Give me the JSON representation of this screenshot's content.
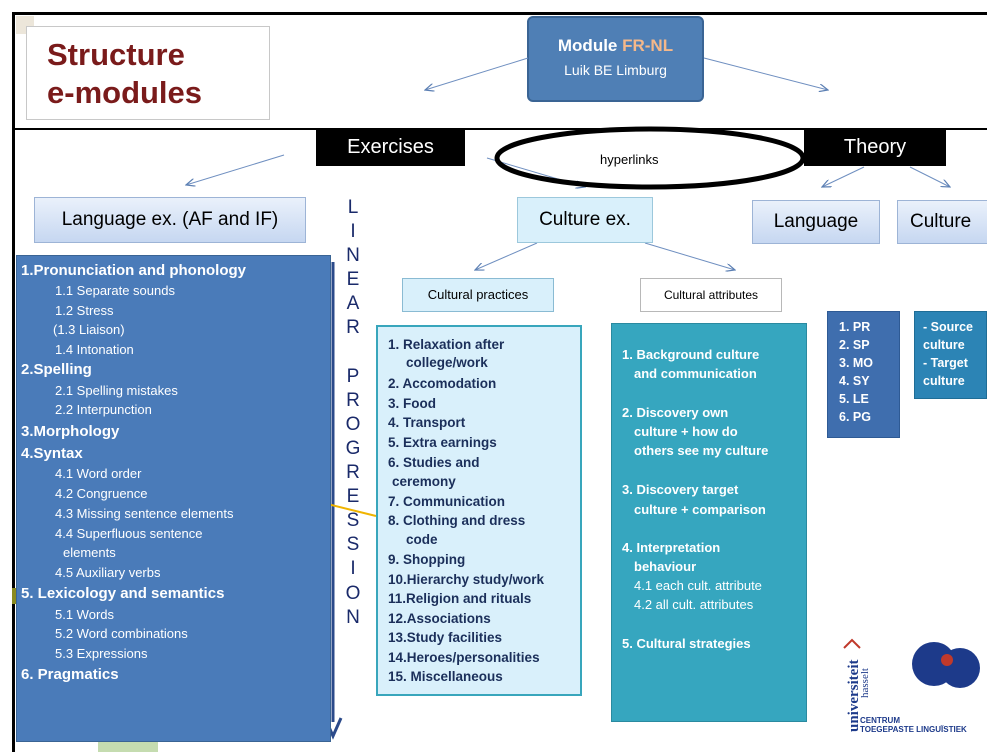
{
  "title": {
    "line1": "Structure",
    "line2": "e-modules"
  },
  "module": {
    "label": "Module ",
    "accent": "FR-NL",
    "subtitle": "Luik   BE Limburg"
  },
  "exercises": "Exercises",
  "theory": "Theory",
  "hyperlinks": "hyperlinks",
  "lang_ex": "Language ex. (AF and IF)",
  "culture_ex": "Culture ex.",
  "language": "Language",
  "culture": "Culture",
  "linear_progression": [
    "L",
    "I",
    "N",
    "E",
    "A",
    "R",
    "",
    "P",
    "R",
    "O",
    "G",
    "R",
    "E",
    "S",
    "S",
    "I",
    "O",
    "N"
  ],
  "language_ex_items": [
    "1.Pronunciation and  phonology",
    "1.1 Separate sounds",
    "1.2 Stress",
    "(1.3 Liaison)",
    "1.4 Intonation",
    "2.Spelling",
    "2.1 Spelling mistakes",
    "2.2 Interpunction",
    "3.Morphology",
    "4.Syntax",
    "4.1 Word order",
    "4.2 Congruence",
    "4.3 Missing sentence elements",
    "4.4 Superfluous sentence",
    "elements",
    "4.5 Auxiliary verbs",
    "5. Lexicology and semantics",
    "5.1 Words",
    "5.2 Word combinations",
    "5.3 Expressions",
    "6. Pragmatics"
  ],
  "cultural_practices": "Cultural practices",
  "cultural_attributes": "Cultural attributes",
  "practices_items": [
    "1.  Relaxation after",
    "college/work",
    "2.  Accomodation",
    "3.  Food",
    "4.  Transport",
    "5.  Extra earnings",
    "6.  Studies and",
    "ceremony",
    "7.  Communication",
    "8.  Clothing and dress",
    "code",
    "9.  Shopping",
    "10.Hierarchy study/work",
    "11.Religion and rituals",
    "12.Associations",
    "13.Study facilities",
    "14.Heroes/personalities",
    "15.  Miscellaneous"
  ],
  "attributes_items": [
    "1. Background culture",
    "and communication",
    "2. Discovery own",
    "culture + how do",
    "others see my culture",
    "3. Discovery target",
    "culture + comparison",
    "4. Interpretation",
    "behaviour",
    "4.1 each cult. attribute",
    "4.2 all cult. attributes",
    "5. Cultural strategies"
  ],
  "theory_language_items": [
    "1.  PR",
    "2.  SP",
    "3.  MO",
    "4.  SY",
    "5.  LE",
    "6.  PG"
  ],
  "theory_culture_items": [
    "- Source",
    "culture",
    "- Target",
    "culture"
  ],
  "logos": {
    "vertical": "universiteit",
    "vertical2": "hasselt",
    "line1": "CENTRUM",
    "line2": "TOEGEPASTE LINGUÏSTIEK"
  },
  "colors": {
    "title": "#7a1b1b",
    "module_bg": "#4f7fb5",
    "accent": "#f5b88a",
    "left_panel": "#4a7bb9",
    "attr_panel": "#36a6bf",
    "link_line": "#f0b400"
  }
}
